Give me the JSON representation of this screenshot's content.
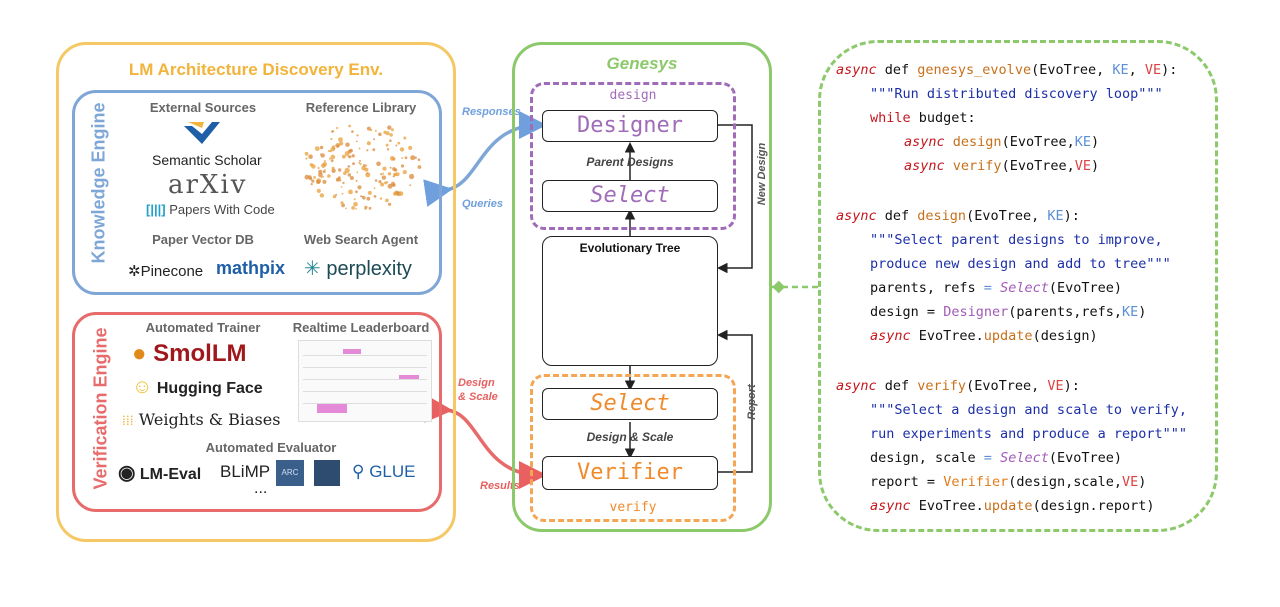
{
  "env": {
    "title": "LM Architecture Discovery Env.",
    "knowledge_engine": {
      "label": "Knowledge Engine",
      "external_sources": "External Sources",
      "reference_library": "Reference Library",
      "semantic_scholar": "Semantic Scholar",
      "arxiv": "arXiv",
      "papers_with_code": "Papers With Code",
      "paper_vector_db": "Paper Vector DB",
      "web_search_agent": "Web Search Agent",
      "pinecone": "Pinecone",
      "mathpix": "mathpix",
      "perplexity": "perplexity"
    },
    "verification_engine": {
      "label": "Verification Engine",
      "automated_trainer": "Automated Trainer",
      "realtime_leaderboard": "Realtime Leaderboard",
      "smollm": "SmolLM",
      "hugging_face": "Hugging Face",
      "weights_biases": "Weights & Biases",
      "automated_evaluator": "Automated Evaluator",
      "lm_eval": "LM-Eval",
      "blimp": "BLiMP",
      "arc": "ARC",
      "glue": "GLUE",
      "ellipsis": "..."
    }
  },
  "arrows": {
    "responses": "Responses",
    "queries": "Queries",
    "design_scale": "Design\n& Scale",
    "results": "Results"
  },
  "genesys": {
    "title": "Genesys",
    "design_label": "design",
    "designer": "Designer",
    "parent_designs": "Parent Designs",
    "select_top": "Select",
    "new_design": "New Design",
    "evo_tree": "Evolutionary Tree",
    "report": "Report",
    "select_bottom": "Select",
    "design_and_scale": "Design & Scale",
    "verifier": "Verifier",
    "verify_label": "verify"
  },
  "code": {
    "l1": {
      "kw": "async",
      "def": " def ",
      "fn": "genesys_evolve",
      "rest": "(EvoTree, ",
      "ke": "KE",
      "c": ", ",
      "ve": "VE",
      "end": "):"
    },
    "l2": "\"\"\"Run distributed discovery loop\"\"\"",
    "l3": {
      "kw": "while",
      "rest": " budget:"
    },
    "l4": {
      "kw": "async",
      "fn": "design",
      "rest": "(EvoTree,",
      "ke": "KE",
      "end": ")"
    },
    "l5": {
      "kw": "async",
      "fn": "verify",
      "rest": "(EvoTree,",
      "ve": "VE",
      "end": ")"
    },
    "l6": {
      "kw": "async",
      "def": " def ",
      "fn": "design",
      "rest": "(EvoTree, ",
      "ke": "KE",
      "end": "):"
    },
    "l7": "\"\"\"Select parent designs to improve,",
    "l8": "produce new design and add to tree\"\"\"",
    "l9": {
      "pre": "parents, refs ",
      "eq": "=",
      "sel": "Select",
      "rest": "(EvoTree)"
    },
    "l10": {
      "pre": "design ",
      "eq": "=",
      "cls": "Designer",
      "rest": "(parents,refs,",
      "ke": "KE",
      "end": ")"
    },
    "l11": {
      "kw": "async",
      "pre": " EvoTree.",
      "fn": "update",
      "rest": "(design)"
    },
    "l12": {
      "kw": "async",
      "def": " def ",
      "fn": "verify",
      "rest": "(EvoTree, ",
      "ve": "VE",
      "end": "):"
    },
    "l13": "\"\"\"Select a design and scale to verify,",
    "l14": "run experiments and produce a report\"\"\"",
    "l15": {
      "pre": "design, scale ",
      "eq": "=",
      "sel": "Select",
      "rest": "(EvoTree)"
    },
    "l16": {
      "pre": "report ",
      "eq": "=",
      "ver": "Verifier",
      "rest": "(design,scale,",
      "ve": "VE",
      "end": ")"
    },
    "l17": {
      "kw": "async",
      "pre": " EvoTree.",
      "fn": "update",
      "rest": "(design.report)"
    }
  }
}
